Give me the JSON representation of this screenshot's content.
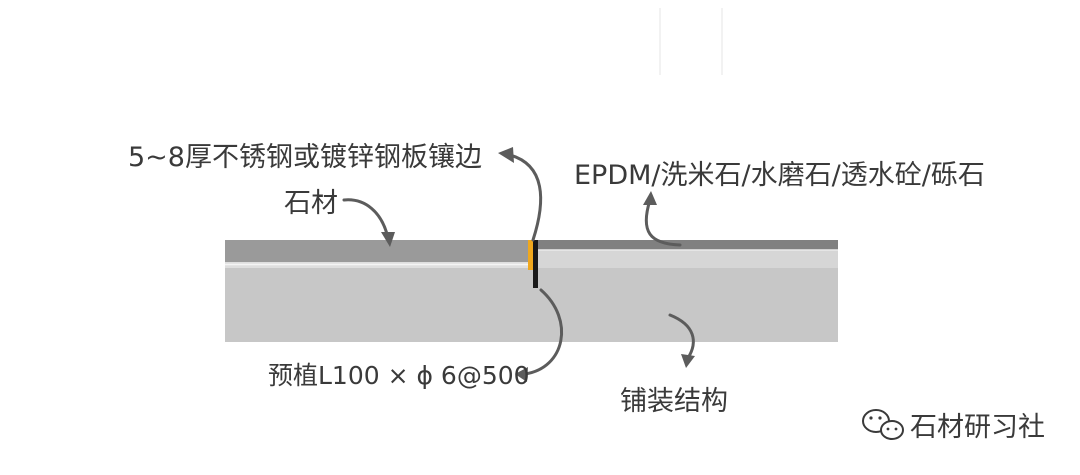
{
  "labels": {
    "edging": "5~8厚不锈钢或镀锌钢板镶边",
    "stone": "石材",
    "surface_materials": "EPDM/洗米石/水磨石/透水砼/砾石",
    "embedded": "预植L100 × ϕ 6@500",
    "paving_structure": "铺装结构"
  },
  "watermark": {
    "text": "石材研习社",
    "icon": "wechat-icon"
  },
  "colors": {
    "stone_top": "#9a9a9a",
    "stone_line": "#e9e9e9",
    "base_body": "#c7c7c7",
    "edging_orange": "#f0a81e",
    "edging_black": "#1a1a1a",
    "right_top_strip": "#808080",
    "right_light_layer": "#d6d6d6",
    "arrow": "#5c5c5c"
  }
}
